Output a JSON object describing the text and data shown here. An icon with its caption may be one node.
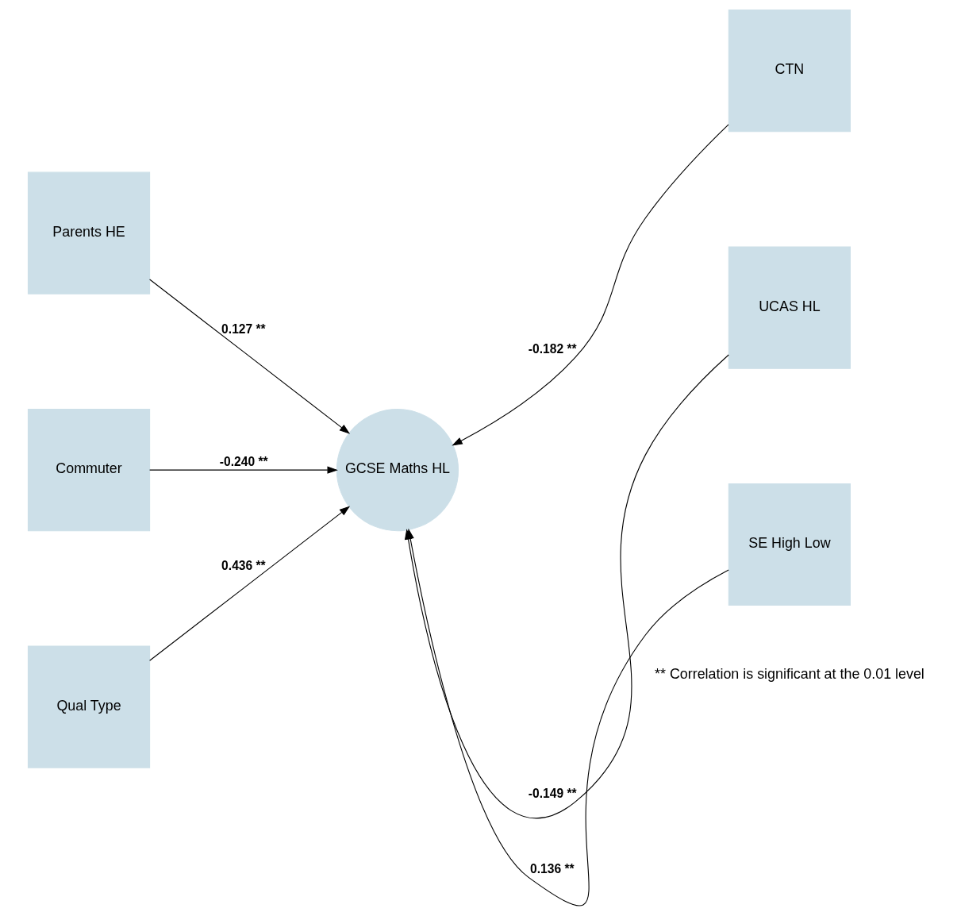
{
  "diagram": {
    "nodes": [
      {
        "text": [
          "Parents HE"
        ]
      },
      {
        "text": [
          "Commuter"
        ]
      },
      {
        "text": [
          "Qual Type"
        ]
      },
      {
        "text": [
          "GCSE Maths HL"
        ]
      },
      {
        "text": [
          "CTN"
        ]
      },
      {
        "text": [
          "UCAS HL"
        ]
      },
      {
        "text": [
          "SE High Low"
        ]
      }
    ],
    "edges": [
      {
        "from": 0,
        "to": 3,
        "arrow": "to",
        "label": "0.127 **"
      },
      {
        "from": 1,
        "to": 3,
        "arrow": "to",
        "label": "-0.240 **"
      },
      {
        "from": 2,
        "to": 3,
        "arrow": "to",
        "label": "0.436 **"
      },
      {
        "from": 4,
        "to": 3,
        "arrow": "to",
        "label": "-0.182 **"
      },
      {
        "from": 5,
        "to": 3,
        "arrow": "to",
        "label": "-0.149 **"
      },
      {
        "from": 6,
        "to": 3,
        "arrow": "to",
        "label": "0.136 **"
      }
    ],
    "labels": [
      "** Correlation is significant at the 0.01 level"
    ]
  }
}
